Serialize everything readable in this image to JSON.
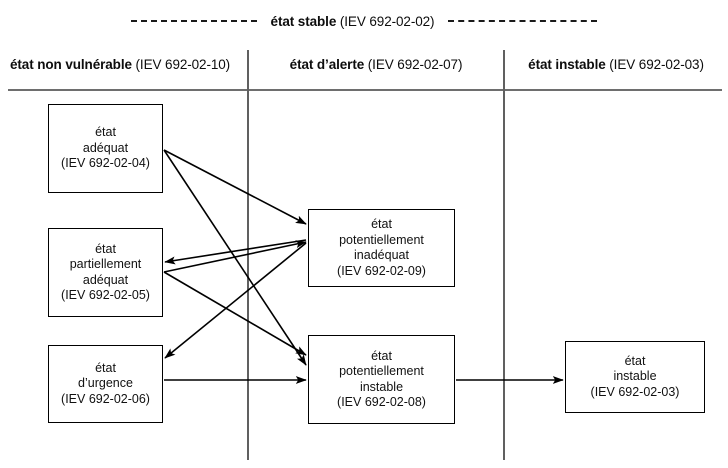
{
  "diagram": {
    "title_band": {
      "label_bold": "état stable",
      "label_ref": " (IEV 692-02-02)",
      "dash_left": "dashed-line-left",
      "dash_right": "dashed-line-right"
    },
    "columns": [
      {
        "bold": "état non vulnérable",
        "ref": " (IEV 692-02-10)"
      },
      {
        "bold": "état d’alerte",
        "ref": " (IEV 692-02-07)"
      },
      {
        "bold": "état instable",
        "ref": " (IEV 692-02-03)"
      }
    ],
    "nodes": [
      {
        "id": "adequat",
        "line1": "état",
        "line2": "adéquat",
        "line3": "",
        "ref": "(IEV 692-02-04)"
      },
      {
        "id": "partiel",
        "line1": "état",
        "line2": "partiellement",
        "line3": "adéquat",
        "ref": "(IEV 692-02-05)"
      },
      {
        "id": "urgence",
        "line1": "état",
        "line2": "d’urgence",
        "line3": "",
        "ref": "(IEV 692-02-06)"
      },
      {
        "id": "pot_inadeq",
        "line1": "état",
        "line2": "potentiellement",
        "line3": "inadéquat",
        "ref": "(IEV 692-02-09)"
      },
      {
        "id": "pot_instab",
        "line1": "état",
        "line2": "potentiellement",
        "line3": "instable",
        "ref": "(IEV 692-02-08)"
      },
      {
        "id": "instable",
        "line1": "état",
        "line2": "instable",
        "line3": "",
        "ref": "(IEV 692-02-03)"
      }
    ],
    "edges": [
      {
        "name": "adequat-to-pot-inadequat",
        "from": "adequat",
        "to": "pot_inadeq"
      },
      {
        "name": "adequat-to-pot-instable",
        "from": "adequat",
        "to": "pot_instab"
      },
      {
        "name": "pot-inadequat-to-partiel",
        "from": "pot_inadeq",
        "to": "partiel"
      },
      {
        "name": "partiel-to-pot-inadequat",
        "from": "partiel",
        "to": "pot_inadeq"
      },
      {
        "name": "partiel-to-pot-instable",
        "from": "partiel",
        "to": "pot_instab"
      },
      {
        "name": "pot-inadequat-to-urgence",
        "from": "pot_inadeq",
        "to": "urgence"
      },
      {
        "name": "urgence-to-pot-instable",
        "from": "urgence",
        "to": "pot_instab"
      },
      {
        "name": "pot-instable-to-instable",
        "from": "pot_instab",
        "to": "instable"
      }
    ],
    "colors": {
      "line": "#000000",
      "separator": "#6e6e6e",
      "text": "#111111",
      "background": "#ffffff"
    }
  }
}
